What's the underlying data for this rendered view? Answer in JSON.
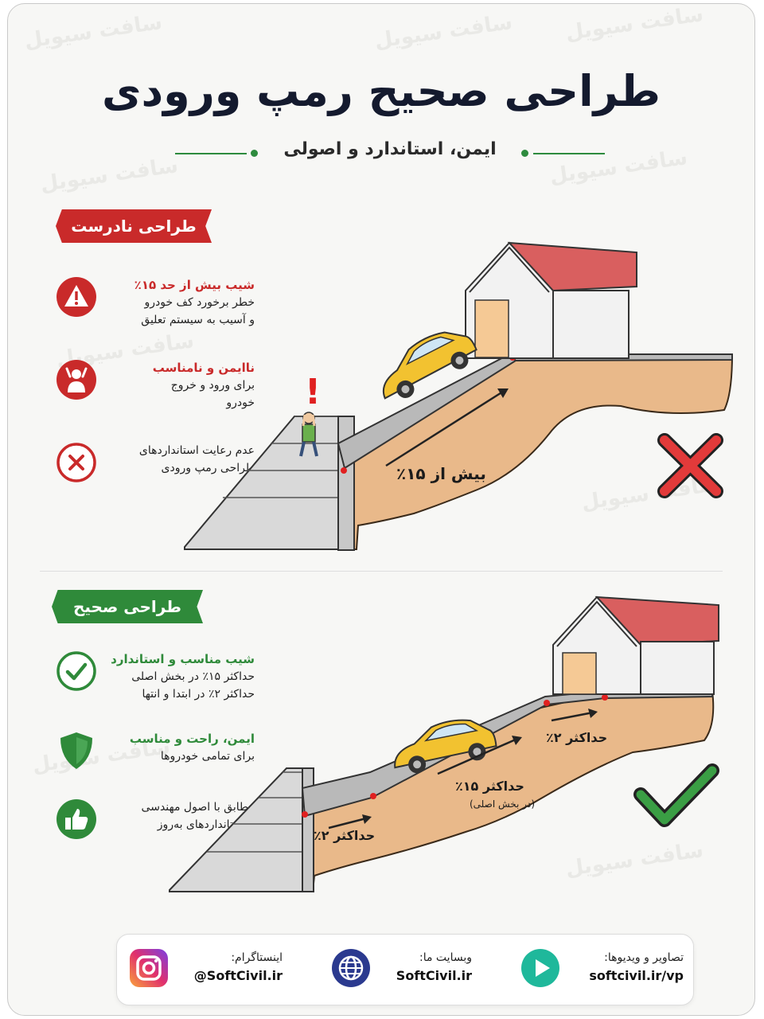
{
  "header": {
    "title": "طراحی صحیح رمپ ورودی",
    "subtitle": "ایمن، استاندارد و اصولی"
  },
  "watermark": "سافت سیویل",
  "incorrect": {
    "banner": "طراحی نادرست",
    "items": [
      {
        "icon": "warning-icon",
        "heading": "شیب بیش از حد ۱۵٪",
        "lines": [
          "خطر برخورد کف خودرو",
          "و آسیب به سیستم تعلیق"
        ]
      },
      {
        "icon": "frustrated-person-icon",
        "heading": "ناایمن و نامناسب",
        "lines": [
          "برای ورود و خروج",
          "خودرو"
        ]
      },
      {
        "icon": "x-circle-icon",
        "heading": "",
        "lines": [
          "عدم رعایت استانداردهای",
          "طراحی رمپ ورودی"
        ]
      }
    ],
    "slope_label": "بیش از ۱۵٪",
    "alert_mark": "!"
  },
  "correct": {
    "banner": "طراحی صحیح",
    "items": [
      {
        "icon": "check-circle-icon",
        "heading": "شیب مناسب و استاندارد",
        "lines": [
          "حداکثر ۱۵٪ در بخش اصلی",
          "حداکثر ۲٪ در ابتدا و انتها"
        ]
      },
      {
        "icon": "shield-icon",
        "heading": "ایمن، راحت و مناسب",
        "lines": [
          "برای تمامی خودروها"
        ]
      },
      {
        "icon": "thumbs-up-icon",
        "heading": "",
        "lines": [
          "مطابق با اصول مهندسی",
          "و استانداردهای به‌روز"
        ]
      }
    ],
    "labels": {
      "start": "حداکثر ۲٪",
      "main": "حداکثر ۱۵٪",
      "main_note": "(در بخش اصلی)",
      "end": "حداکثر ۲٪"
    }
  },
  "footer": {
    "media": {
      "label": "تصاویر و ویدیوها:",
      "value": "softcivil.ir/vp"
    },
    "website": {
      "label": "وبسایت ما:",
      "value": "SoftCivil.ir"
    },
    "instagram": {
      "label": "اینستاگرام:",
      "value": "@SoftCivil.ir"
    }
  },
  "colors": {
    "red": "#c92a2a",
    "green": "#2f8a3a",
    "soil": "#e9b98a",
    "roof": "#d95f5f",
    "car": "#f2c230",
    "navy": "#141a2e"
  }
}
